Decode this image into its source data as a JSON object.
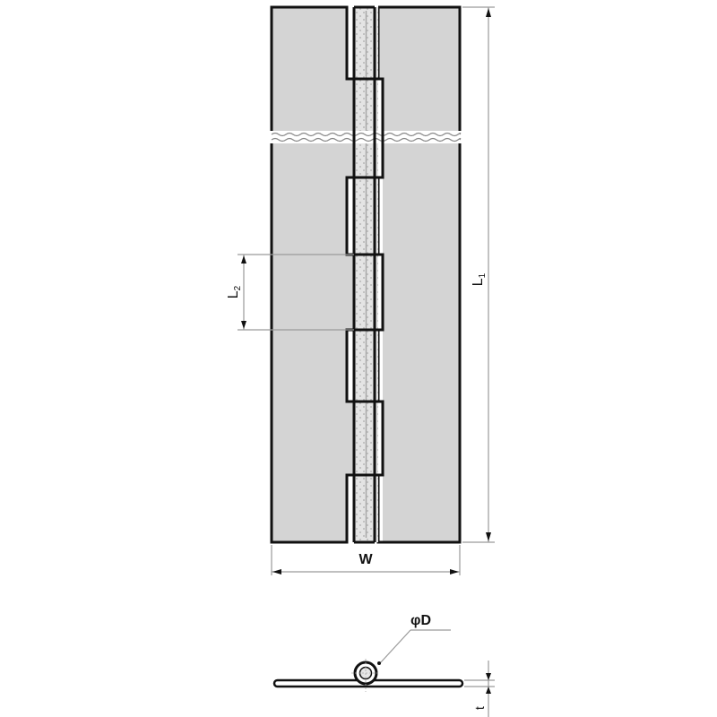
{
  "diagram": {
    "type": "technical-drawing",
    "subject": "continuous piano hinge",
    "colors": {
      "leaf_fill": "#d4d4d4",
      "outline": "#111111",
      "dimension_line": "#9a9a9a",
      "pin_fill": "#e6e6e6"
    },
    "views": {
      "front": {
        "dimensions": {
          "overall_length": "L1",
          "knuckle_pitch": "L2",
          "width": "W"
        },
        "break_mark": "wavy break line"
      },
      "end": {
        "dimensions": {
          "pin_diameter": "φD",
          "thickness": "t"
        }
      }
    }
  },
  "labels": {
    "L1_main": "L",
    "L1_sub": "1",
    "L2_main": "L",
    "L2_sub": "2",
    "W": "W",
    "phiD": "φD",
    "t": "t"
  }
}
